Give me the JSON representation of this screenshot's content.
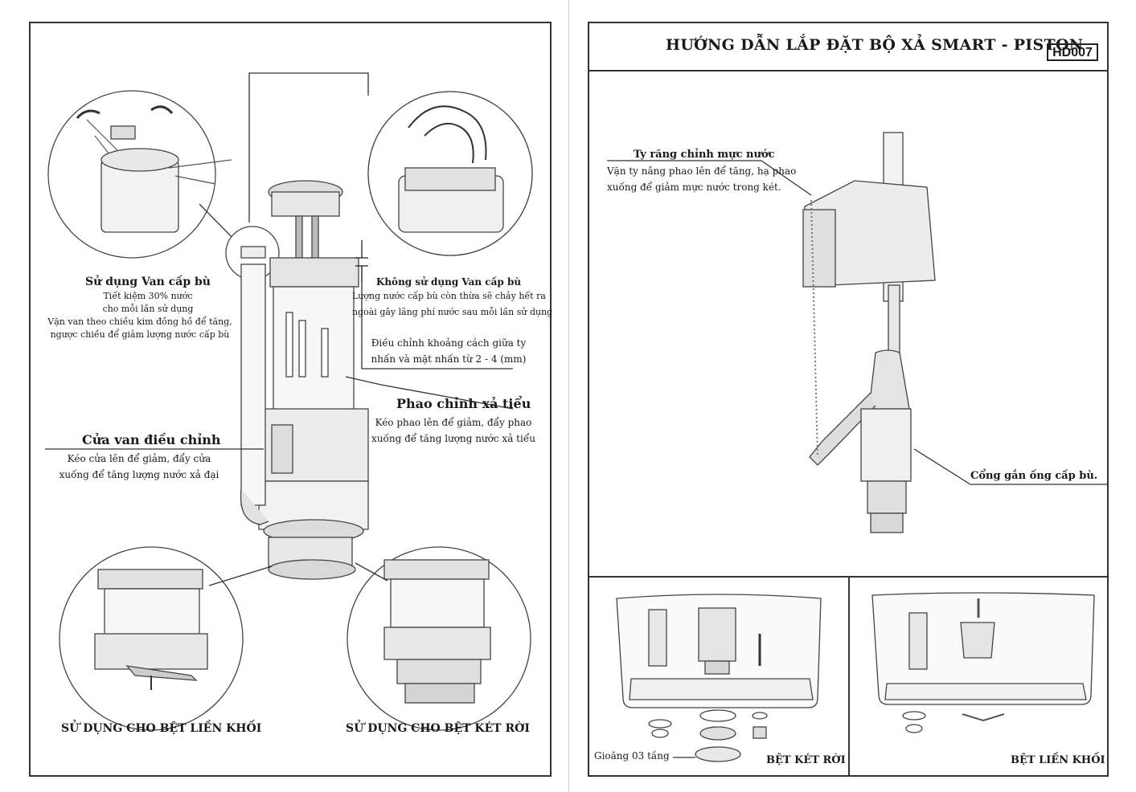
{
  "left_page": {
    "makeup_valve": {
      "title": "Sử dụng Van cấp bù",
      "lines": [
        "Tiết kiệm 30% nước",
        "cho mỗi lần sử dụng",
        "Vặn van theo chiều kim đồng hồ để tăng,",
        "ngược chiều để giảm lượng nước cấp bù"
      ]
    },
    "no_makeup_valve": {
      "title": "Không sử dụng Van cấp bù",
      "lines": [
        "Lượng nước cấp bù còn thừa sẽ chảy hết ra",
        "ngoài gây lãng phí nước sau mỗi lần sử dụng"
      ]
    },
    "gap_adjust": {
      "lines": [
        "Điều chỉnh khoảng cách giữa ty",
        "nhấn và mặt nhấn từ 2 - 4 (mm)"
      ]
    },
    "small_flush_float": {
      "title": "Phao chỉnh xả tiểu",
      "lines": [
        "Kéo phao lên để giảm, đẩy phao",
        "xuống để tăng lượng nước xả tiểu"
      ]
    },
    "adjust_gate": {
      "title": "Cửa van điều chỉnh",
      "lines": [
        "Kéo cửa lên để giảm, đẩy cửa",
        "xuống để tăng lượng nước xả đại"
      ]
    },
    "use_one_piece": "SỬ DỤNG CHO BỆT LIỀN KHỐI",
    "use_two_piece": "SỬ DỤNG CHO BỆT KÉT RỜI"
  },
  "right_page": {
    "title": "HƯỚNG DẪN LẮP ĐẶT BỘ XẢ SMART - PISTON",
    "code": "HD007",
    "level_rod": {
      "title": "Ty răng chỉnh mực nước",
      "lines": [
        "Vặn ty nâng phao lên để tăng, hạ phao",
        "xuống để giảm mực nước trong két."
      ]
    },
    "makeup_port": "Cổng gắn ống cấp bù.",
    "gasket": "Gioăng 03 tầng",
    "two_piece": "BỆT KÉT RỜI",
    "one_piece": "BỆT LIỀN KHỐI"
  }
}
